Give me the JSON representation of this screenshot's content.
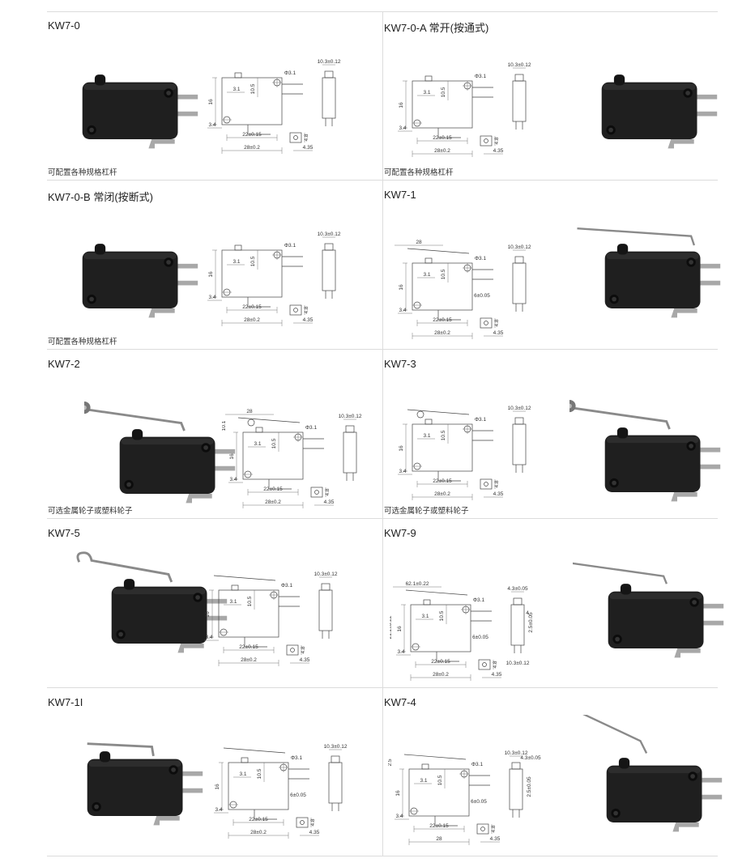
{
  "cells": [
    {
      "model": "KW7-0",
      "note": "可配置各种规格杠杆",
      "d": {
        "w": "10.3±0.12",
        "phi": "Φ3.1",
        "h": "16",
        "a": "3.1",
        "b": "10.5",
        "c": "3.4",
        "e": "22±0.15",
        "f": "28±0.2",
        "g": "4.8",
        "k": "4.35"
      }
    },
    {
      "model": "KW7-0-A 常开(按通式)",
      "note": "可配置各种规格杠杆",
      "d": {
        "w": "10.3±0.12",
        "phi": "Φ3.1",
        "h": "16",
        "a": "3.1",
        "b": "10.5",
        "c": "3.4",
        "e": "22±0.15",
        "f": "28±0.2",
        "g": "4.8",
        "k": "4.35"
      }
    },
    {
      "model": "KW7-0-B 常闭(按断式)",
      "note": "可配置各种规格杠杆",
      "d": {
        "w": "10.3±0.12",
        "phi": "Φ3.1",
        "h": "16",
        "a": "3.1",
        "b": "10.5",
        "c": "3.4",
        "e": "22±0.15",
        "f": "28±0.2",
        "g": "4.8",
        "k": "4.35"
      }
    },
    {
      "model": "KW7-1",
      "note": "",
      "d": {
        "w": "10.3±0.12",
        "phi": "Φ3.1",
        "h": "16",
        "a": "3.1",
        "b": "10.5",
        "c": "3.4",
        "e": "22±0.15",
        "f": "28±0.2",
        "g": "4.8",
        "k": "4.35",
        "lever": "28",
        "m": "6±0.05"
      }
    },
    {
      "model": "KW7-2",
      "note": "可选金属轮子或塑料轮子",
      "d": {
        "w": "10.3±0.12",
        "phi": "Φ3.1",
        "h": "16",
        "a": "3.1",
        "b": "10.5",
        "c": "3.4",
        "e": "22±0.15",
        "f": "28±0.2",
        "g": "4.8",
        "k": "4.35",
        "lever": "28",
        "r": "10.1"
      }
    },
    {
      "model": "KW7-3",
      "note": "可选金属轮子或塑料轮子",
      "d": {
        "w": "10.3±0.12",
        "phi": "Φ3.1",
        "h": "16",
        "a": "3.1",
        "b": "10.5",
        "c": "3.4",
        "e": "22±0.15",
        "f": "28±0.2",
        "g": "4.8",
        "k": "4.35"
      }
    },
    {
      "model": "KW7-5",
      "note": "",
      "d": {
        "w": "10.3±0.12",
        "phi": "Φ3.1",
        "h": "16",
        "a": "3.1",
        "b": "10.5",
        "c": "3.4",
        "e": "22±0.15",
        "f": "28±0.2",
        "g": "4.8",
        "k": "4.35"
      }
    },
    {
      "model": "KW7-9",
      "note": "",
      "d": {
        "w": "4.3±0.05",
        "w2": "10.3±0.12",
        "phi": "Φ3.1",
        "h": "16",
        "a": "3.1",
        "b": "10.5",
        "c": "3.4",
        "e": "22±0.15",
        "f": "28±0.2",
        "g": "4.8",
        "k": "4.35",
        "lever": "62.1±0.22",
        "v": "21.2±0.22",
        "m": "6±0.05",
        "t": "2.5±0.05",
        "s": "4"
      }
    },
    {
      "model": "KW7-1I",
      "note": "",
      "d": {
        "w": "10.3±0.12",
        "phi": "Φ3.1",
        "h": "16",
        "a": "3.1",
        "b": "10.5",
        "c": "3.4",
        "e": "22±0.15",
        "f": "28±0.2",
        "g": "4.8",
        "k": "4.35",
        "m": "6±0.05"
      }
    },
    {
      "model": "KW7-4",
      "note": "",
      "d": {
        "w": "10.3±0.12",
        "w3": "4.3±0.05",
        "phi": "Φ3.1",
        "h": "16",
        "a": "3.1",
        "b": "10.5",
        "c": "3.4",
        "e": "22±0.15",
        "f": "28",
        "g": "4.8",
        "k": "4.35",
        "m": "6±0.05",
        "t": "2.5±0.05",
        "r": "2.5"
      }
    }
  ],
  "colors": {
    "body": "#1f1f1f",
    "terminal": "#a8a8a8",
    "line": "#dcdcdc"
  },
  "icons": [
    "micro-switch-photo",
    "dimension-drawing"
  ]
}
